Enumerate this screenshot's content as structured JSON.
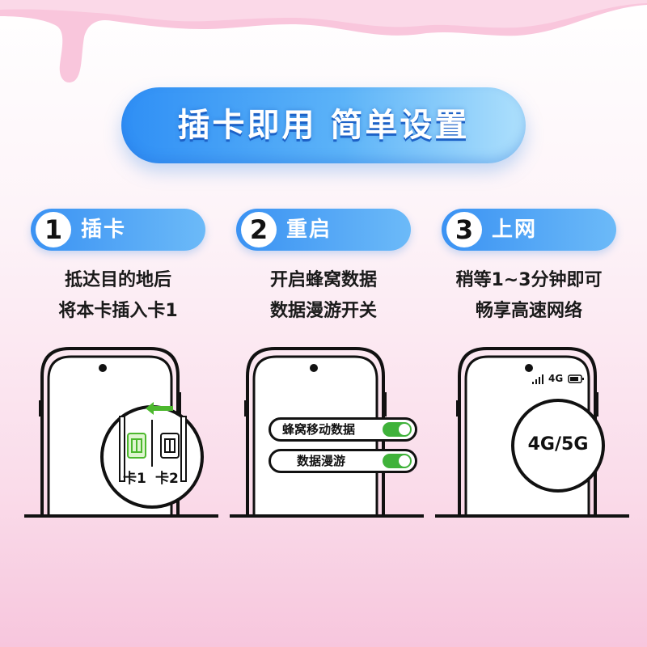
{
  "banner": {
    "title": "插卡即用 简单设置"
  },
  "steps": [
    {
      "number": "1",
      "label": "插卡",
      "line1": "抵达目的地后",
      "line2": "将本卡插入卡1"
    },
    {
      "number": "2",
      "label": "重启",
      "line1": "开启蜂窝数据",
      "line2": "数据漫游开关"
    },
    {
      "number": "3",
      "label": "上网",
      "line1": "稍等1~3分钟即可",
      "line2": "畅享高速网络"
    }
  ],
  "sim_tray": {
    "slot1": "卡1",
    "slot2": "卡2",
    "arrow": "arrow-left-icon"
  },
  "toggles": [
    {
      "label": "蜂窝移动数据",
      "on": true
    },
    {
      "label": "数据漫游",
      "on": true
    }
  ],
  "network": {
    "status_text": "4G",
    "badge": "4G/5G"
  },
  "colors": {
    "blue": "#2f8ff5",
    "green": "#3fb23a",
    "pink": "#f7c6dd"
  }
}
